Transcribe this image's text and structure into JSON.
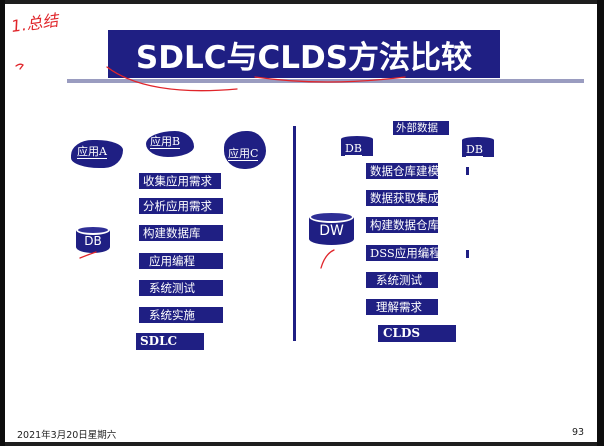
{
  "slide": {
    "title": "SDLC与CLDS方法比较",
    "handwritten_note": "1.总结",
    "footer_date": "2021年3月20日星期六",
    "page_number": "93"
  },
  "sdlc": {
    "apps": [
      "应用A",
      "应用B",
      "应用C"
    ],
    "db_label": "DB",
    "steps": [
      "收集应用需求",
      "分析应用需求",
      "构建数据库",
      "应用编程",
      "系统测试",
      "系统实施"
    ],
    "name": "SDLC"
  },
  "clds": {
    "external_data": "外部数据",
    "sources": [
      "DB",
      "DB"
    ],
    "dw_label": "DW",
    "steps": [
      "数据仓库建模",
      "数据获取集成",
      "构建数据仓库",
      "DSS应用编程",
      "系统测试",
      "理解需求"
    ],
    "name": "CLDS"
  },
  "colors": {
    "accent": "#1f1f83",
    "ink": "#e0252a"
  }
}
